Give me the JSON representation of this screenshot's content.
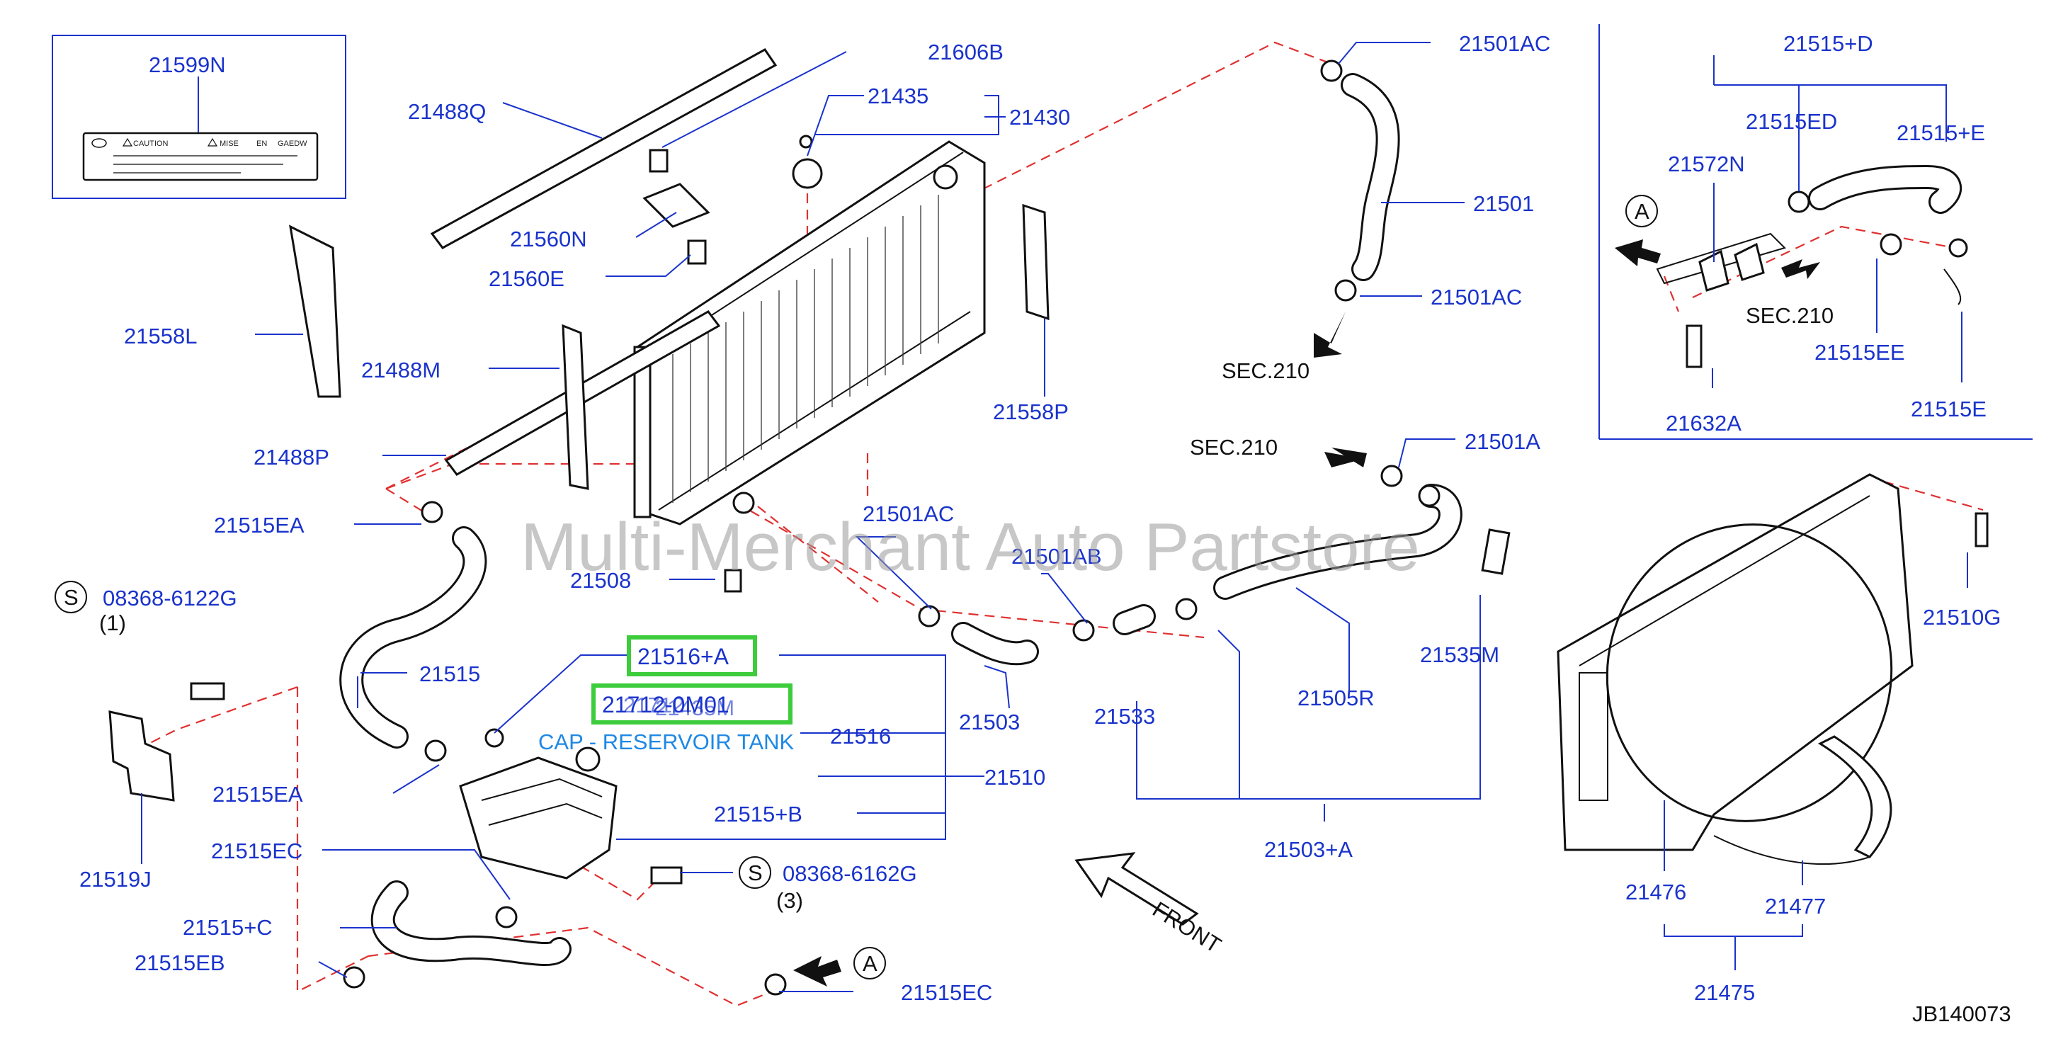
{
  "labels": {
    "l21599N": "21599N",
    "l21606B": "21606B",
    "l21488Q": "21488Q",
    "l21435": "21435",
    "l21430": "21430",
    "l21560N": "21560N",
    "l21560E": "21560E",
    "l21558L": "21558L",
    "l21488M": "21488M",
    "l21488P": "21488P",
    "l21558P": "21558P",
    "l21501AC_top": "21501AC",
    "l21501": "21501",
    "l21501AC_mid": "21501AC",
    "sec210_mid": "SEC.210",
    "sec210_left": "SEC.210",
    "l21501A": "21501A",
    "l21501AC_low": "21501AC",
    "l21501AB": "21501AB",
    "l21515EA_top": "21515EA",
    "l21508": "21508",
    "l08368_6122G": "08368-6122G",
    "qty1": "(1)",
    "l21515": "21515",
    "l21516A": "21516+A",
    "l21712": "21712",
    "l21435M": "21435M",
    "l21516": "21516",
    "l21503": "21503",
    "l21533": "21533",
    "l21505R": "21505R",
    "l21535M": "21535M",
    "l21510": "21510",
    "l21515EA_low": "21515EA",
    "l21515B": "21515+B",
    "l21519J": "21519J",
    "l21515EC_mid": "21515EC",
    "l08368_6162G": "08368-6162G",
    "qty3": "(3)",
    "l21515C": "21515+C",
    "l21515EB": "21515EB",
    "l21515EC_low": "21515EC",
    "l21503A": "21503+A",
    "front": "FRONT",
    "l21515D": "21515+D",
    "l21515ED": "21515ED",
    "l21515E_plus": "21515+E",
    "l21572N": "21572N",
    "sec210_inset": "SEC.210",
    "l21515EE": "21515EE",
    "l21632A": "21632A",
    "l21515E": "21515E",
    "l21510G": "21510G",
    "l21476": "21476",
    "l21477": "21477",
    "l21475": "21475",
    "jb": "JB140073",
    "circleA1": "A",
    "circleA2": "A",
    "circleS1": "S",
    "circleS2": "S"
  },
  "label_plate": {
    "caution": "CAUTION",
    "mise": "MISE",
    "en": "EN",
    "gaedw": "GAEDW"
  },
  "highlight": {
    "part_a": "21516+A",
    "part_b": "21712-0M01",
    "caption": "CAP - RESERVOIR TANK"
  },
  "watermark": "Multi-Merchant Auto Partstore",
  "colors": {
    "label_blue": "#1a33cc",
    "dash_red": "#e03030",
    "highlight_green": "#3ccc3c",
    "caption_blue": "#1e88e5"
  }
}
